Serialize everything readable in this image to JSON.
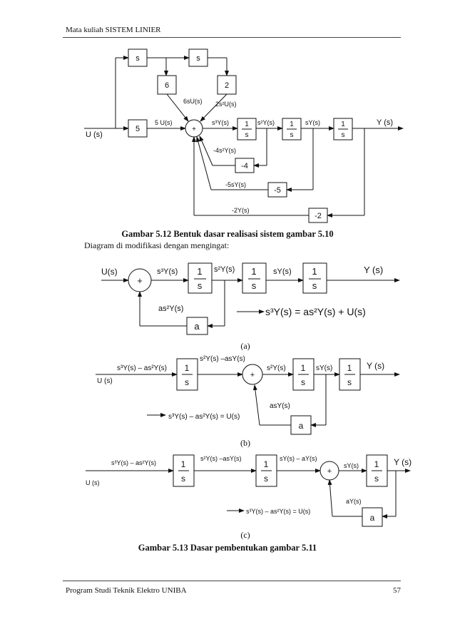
{
  "header": {
    "course": "Mata kuliah SISTEM LINIER"
  },
  "footer": {
    "program": "Program Studi Teknik Elektro UNIBA",
    "page_number": "57"
  },
  "fig512": {
    "input": "U (s)",
    "output": "Y (s)",
    "blk_s1": "s",
    "blk_s2": "s",
    "blk_6": "6",
    "blk_2": "2",
    "blk_5": "5",
    "blk_m4": "-4",
    "blk_m5": "-5",
    "blk_m2": "-2",
    "frac_num": "1",
    "frac_den": "s",
    "sum_sign": "+",
    "sig_6sU": "6sU(s)",
    "sig_2s2U": "2s²U(s)",
    "sig_5U": "5 U(s)",
    "sig_s3Y": "s³Y(s)",
    "sig_s2Y": "s²Y(s)",
    "sig_sY": "sY(s)",
    "sig_m4s2Y": "-4s²Y(s)",
    "sig_m5sY": "-5sY(s)",
    "sig_m2Y": "-2Y(s)"
  },
  "caption_512": "Gambar 5.12 Bentuk dasar realisasi sistem gambar 5.10",
  "intro_text": "Diagram di modifikasi dengan mengingat:",
  "figA": {
    "input": "U(s)",
    "output": "Y (s)",
    "sum_sign": "+",
    "sig_s3Y": "s³Y(s)",
    "sig_s2Y": "s²Y(s)",
    "sig_sY": "sY(s)",
    "fb_label": "as²Y(s)",
    "fb_block": "a",
    "equation": "s³Y(s) = as²Y(s) + U(s)",
    "frac_num": "1",
    "frac_den": "s"
  },
  "label_a": "(a)",
  "figB": {
    "input": "U (s)",
    "output": "Y (s)",
    "sum_sign": "+",
    "sig_in": "s³Y(s) – as²Y(s)",
    "sig_top": "s²Y(s) –asY(s)",
    "sig_s2Y": "s²Y(s)",
    "sig_sY": "sY(s)",
    "fb_label": "asY(s)",
    "fb_block": "a",
    "equation": "s³Y(s) – as²Y(s) = U(s)",
    "frac_num": "1",
    "frac_den": "s"
  },
  "label_b": "(b)",
  "figC": {
    "input": "U (s)",
    "output": "Y (s)",
    "sum_sign": "+",
    "sig_in": "s³Y(s) – as²Y(s)",
    "sig_mid": "s²Y(s) –asY(s)",
    "sig_sYaY": "sY(s) – aY(s)",
    "sig_sY": "sY(s)",
    "fb_label": "aY(s)",
    "fb_block": "a",
    "equation": "s³Y(s) – as²Y(s) = U(s)",
    "frac_num": "1",
    "frac_den": "s"
  },
  "label_c": "(c)",
  "caption_513": "Gambar 5.13 Dasar pembentukan gambar 5.11"
}
